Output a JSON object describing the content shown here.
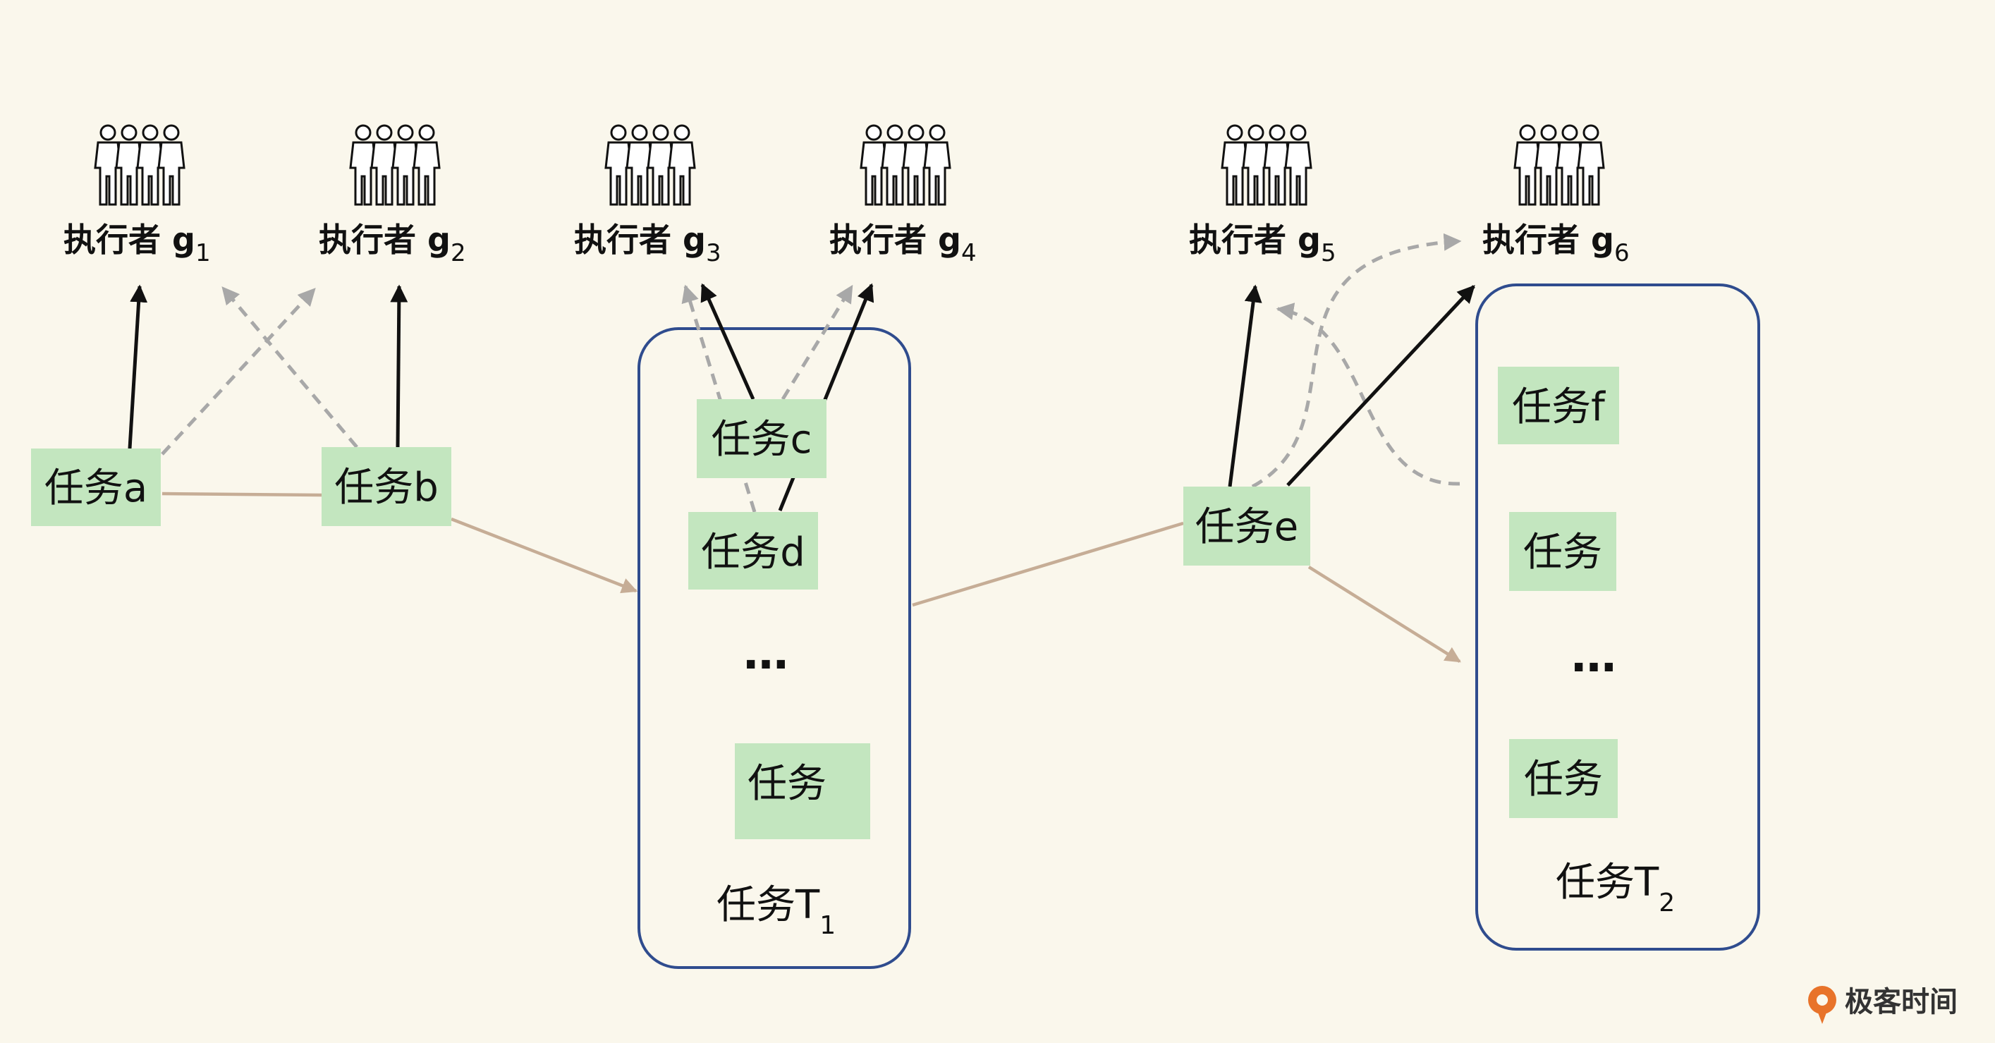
{
  "executors": [
    {
      "label": "执行者 g",
      "sub": "1"
    },
    {
      "label": "执行者 g",
      "sub": "2"
    },
    {
      "label": "执行者 g",
      "sub": "3"
    },
    {
      "label": "执行者 g",
      "sub": "4"
    },
    {
      "label": "执行者 g",
      "sub": "5"
    },
    {
      "label": "执行者 g",
      "sub": "6"
    }
  ],
  "tasks": {
    "a": "任务a",
    "b": "任务b",
    "c": "任务c",
    "d": "任务d",
    "e": "任务e",
    "f": "任务f",
    "t1_bottom": "任务",
    "t2_mid": "任务",
    "t2_bottom": "任务"
  },
  "groups": {
    "t1": {
      "label": "任务T",
      "sub": "1"
    },
    "t2": {
      "label": "任务T",
      "sub": "2"
    }
  },
  "ellipsis": "…",
  "brand": "极客时间",
  "colors": {
    "background": "#faf7ec",
    "task_fill": "#c3e6bf",
    "group_border": "#2f4c8e",
    "solid_arrow": "#111111",
    "dashed_arrow": "#a8a8a8",
    "flow_arrow": "#c6ad96",
    "brand_orange": "#e8732a"
  }
}
